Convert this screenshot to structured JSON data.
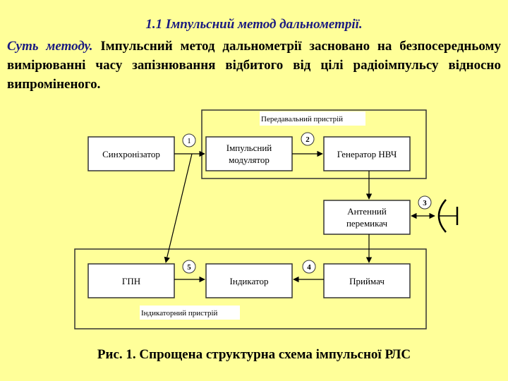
{
  "heading": "1.1 Імпульсний метод дальнометрії.",
  "intro": {
    "lead": "Суть методу.",
    "text": " Імпульсний метод дальнометрії засновано на безпосередньому вимірюванні часу запізнювання відбитого від цілі радіоімпульсу відносно випроміненого."
  },
  "diagram": {
    "groups": {
      "transmitter": "Передавальний пристрій",
      "indicator": "Індикаторний пристрій"
    },
    "blocks": {
      "synchronizer": [
        "Синхронізатор"
      ],
      "modulator": [
        "Імпульсний",
        "модулятор"
      ],
      "generator": [
        "Генератор НВЧ"
      ],
      "switch": [
        "Антенний",
        "перемикач"
      ],
      "gpn": [
        "ГПН"
      ],
      "indicator": [
        "Індикатор"
      ],
      "receiver": [
        "Приймач"
      ]
    },
    "markers": [
      "1",
      "2",
      "3",
      "4",
      "5"
    ]
  },
  "caption": "Рис. 1. Спрощена структурна схема імпульсної РЛС"
}
